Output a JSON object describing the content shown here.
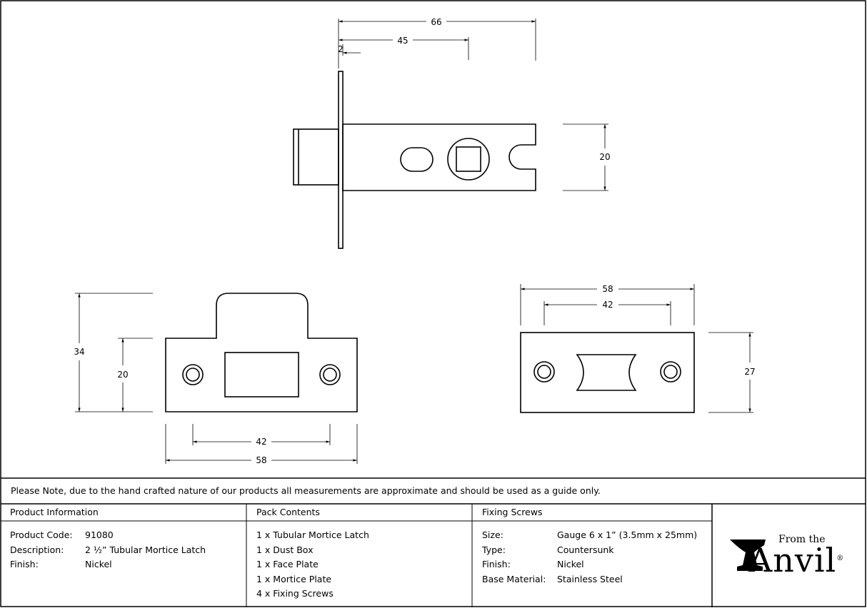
{
  "dimensions": {
    "top_overall": "66",
    "top_body": "45",
    "top_plate": "2",
    "top_height": "20",
    "left_height_total": "34",
    "left_height_plate": "20",
    "left_screw_spacing": "42",
    "left_width": "58",
    "right_width": "58",
    "right_screw_spacing": "42",
    "right_height": "27"
  },
  "note": "Please Note, due to the hand crafted nature of our products all measurements are approximate and should be used as a guide only.",
  "product_info": {
    "heading": "Product Information",
    "rows": [
      {
        "label": "Product Code:",
        "value": "91080"
      },
      {
        "label": "Description:",
        "value": "2 ½” Tubular Mortice Latch"
      },
      {
        "label": "Finish:",
        "value": "Nickel"
      }
    ]
  },
  "pack_contents": {
    "heading": "Pack Contents",
    "items": [
      "1 x Tubular Mortice Latch",
      "1 x Dust Box",
      "1 x Face Plate",
      "1 x Mortice Plate",
      "4 x Fixing Screws"
    ]
  },
  "fixing_screws": {
    "heading": "Fixing Screws",
    "rows": [
      {
        "label": "Size:",
        "value": "Gauge 6 x 1” (3.5mm x 25mm)"
      },
      {
        "label": "Type:",
        "value": "Countersunk"
      },
      {
        "label": "Finish:",
        "value": "Nickel"
      },
      {
        "label": "Base Material:",
        "value": "Stainless Steel"
      }
    ]
  },
  "logo": {
    "small": "From the",
    "big": "Anvil",
    "mark": "®"
  }
}
